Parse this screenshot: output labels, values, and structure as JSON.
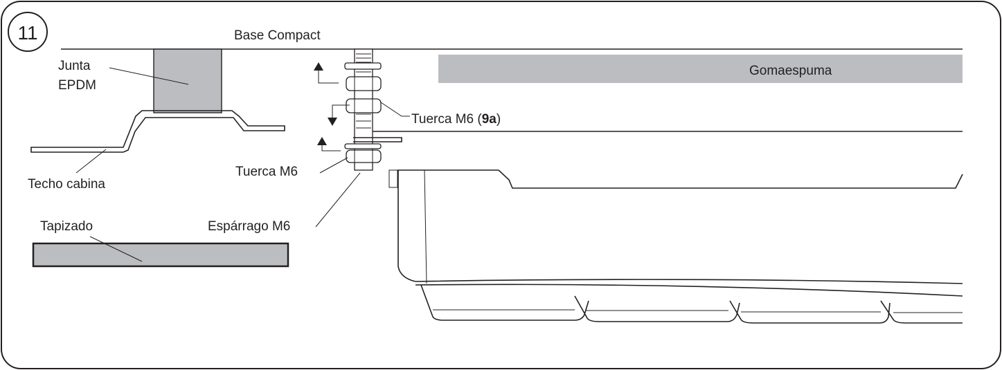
{
  "figure_number": "11",
  "labels": {
    "base": "Base Compact",
    "foam": "Gomaespuma",
    "gasket_line1": "Junta",
    "gasket_line2": "EPDM",
    "roof": "Techo cabina",
    "upholstery": "Tapizado",
    "nut_9a_prefix": "Tuerca M6 (",
    "nut_9a_bold": "9a",
    "nut_9a_suffix": ")",
    "nut": "Tuerca M6",
    "stud": "Espárrago M6"
  },
  "colors": {
    "line": "#231f20",
    "fill_grey": "#bcbdc0",
    "background": "#ffffff"
  }
}
